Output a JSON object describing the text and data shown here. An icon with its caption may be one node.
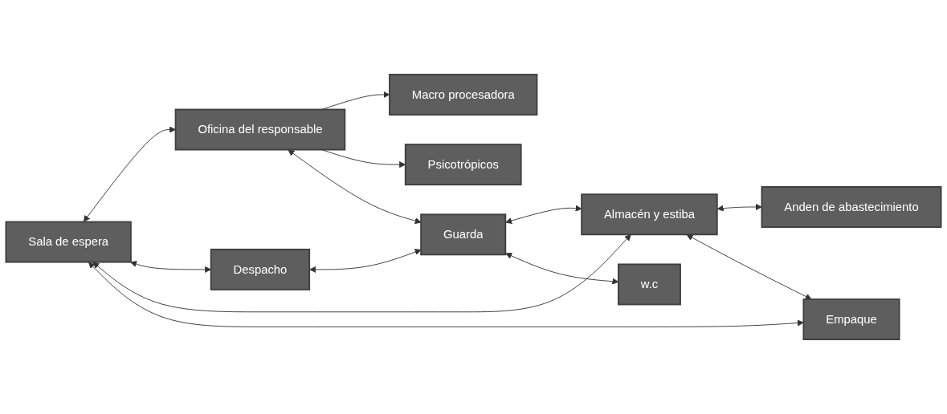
{
  "diagram": {
    "nodes": [
      {
        "text": [
          "Macro procesadora"
        ]
      },
      {
        "text": [
          "Oficina del responsable"
        ]
      },
      {
        "text": [
          "Psicotrópicos"
        ]
      },
      {
        "text": [
          "Sala de espera"
        ]
      },
      {
        "text": [
          "Despacho"
        ]
      },
      {
        "text": [
          "Guarda"
        ]
      },
      {
        "text": [
          "Almacén y estiba"
        ]
      },
      {
        "text": [
          "Anden de abastecimiento"
        ]
      },
      {
        "text": [
          "w.c"
        ]
      },
      {
        "text": [
          "Empaque"
        ]
      }
    ],
    "edges": [
      {
        "from": 1,
        "to": 0,
        "arrow": "to"
      },
      {
        "from": 1,
        "to": 2,
        "arrow": "to"
      },
      {
        "from": 3,
        "to": 1,
        "arrow": "both"
      },
      {
        "from": 1,
        "to": 5,
        "arrow": "both"
      },
      {
        "from": 3,
        "to": 4,
        "arrow": "both"
      },
      {
        "from": 4,
        "to": 5,
        "arrow": "both"
      },
      {
        "from": 5,
        "to": 6,
        "arrow": "both"
      },
      {
        "from": 6,
        "to": 7,
        "arrow": "both"
      },
      {
        "from": 5,
        "to": 8,
        "arrow": "both"
      },
      {
        "from": 3,
        "to": 6,
        "arrow": "both"
      },
      {
        "from": 3,
        "to": 9,
        "arrow": "both"
      },
      {
        "from": 6,
        "to": 9,
        "arrow": "both"
      }
    ]
  }
}
